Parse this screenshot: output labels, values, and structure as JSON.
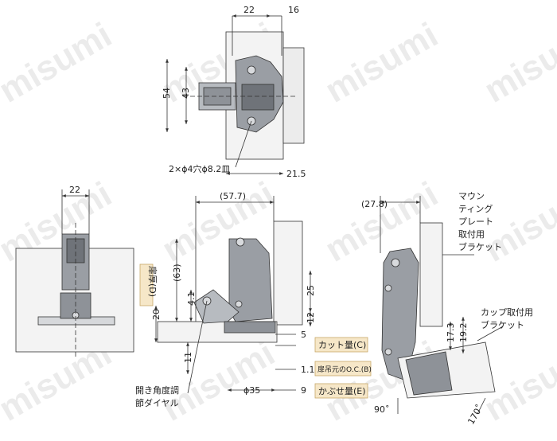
{
  "watermark": "misumi",
  "colors": {
    "line": "#333333",
    "part_fill": "#9a9ea4",
    "part_dark": "#5f6368",
    "door_fill": "#f2f2f2",
    "label_box": "#f6e7c8",
    "label_border": "#c8a86a"
  },
  "top_view": {
    "dim_width_a": "22",
    "dim_width_b": "16",
    "dim_height_outer": "54",
    "dim_height_inner": "43",
    "dim_depth": "21.5",
    "hole_note": "2×ϕ4穴ϕ8.2皿"
  },
  "front_view": {
    "dim_width": "22"
  },
  "side_view": {
    "dim_overall": "(57.7)",
    "dim_63": "(63)",
    "dim_4_1": "4.1",
    "dim_20": "20",
    "dim_25": "25",
    "dim_12": "12",
    "dim_11": "11",
    "dim_5": "5",
    "dim_1_1": "1.1",
    "dim_phi35": "ϕ35",
    "dim_9": "9",
    "door_thickness_label": "扉厚(D)",
    "cut_amount_label": "カット量(C)",
    "oc_label": "扉吊元のO.C.(B)",
    "cover_amount_label": "かぶせ量(E)",
    "dial_label_line1": "開き角度調",
    "dial_label_line2": "節ダイヤル"
  },
  "open_view": {
    "dim_27_8": "(27.8)",
    "dim_17_3": "17.3",
    "dim_19_2": "19.2",
    "angle_90": "90˚",
    "angle_170": "170˚",
    "mount_label_1": "マウン",
    "mount_label_2": "ティング",
    "mount_label_3": "プレート",
    "mount_label_4": "取付用",
    "mount_label_5": "ブラケット",
    "cup_label_1": "カップ取付用",
    "cup_label_2": "ブラケット"
  }
}
